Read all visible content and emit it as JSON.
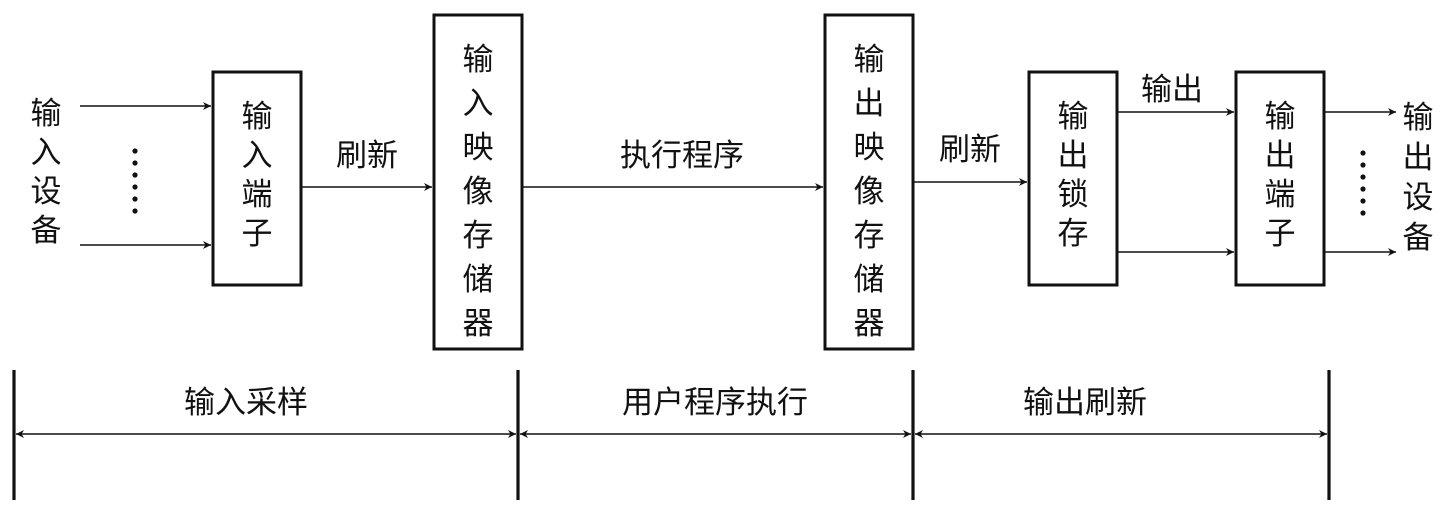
{
  "labels": {
    "input_devices": "输入设备",
    "input_terminal": "输入端子",
    "refresh_in": "刷新",
    "input_image_memory": "输入映像存储器",
    "execute_program": "执行程序",
    "output_image_memory": "输出映像存储器",
    "refresh_out": "刷新",
    "output_latch": "输出锁存",
    "output": "输出",
    "output_terminal": "输出端子",
    "output_devices": "输出设备"
  },
  "phases": {
    "input_sampling": "输入采样",
    "program_execution": "用户程序执行",
    "output_refresh": "输出刷新"
  }
}
